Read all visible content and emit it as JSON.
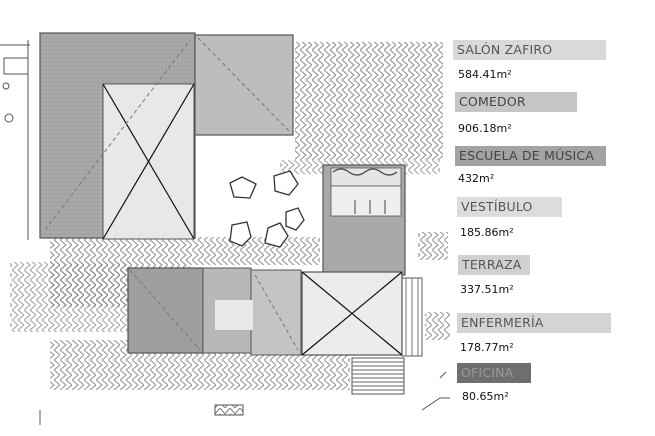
{
  "legend": [
    {
      "label": "SALÓN ZAFIRO",
      "area": "584.41m²",
      "bg": "#d9d9d9",
      "fg": "#555555"
    },
    {
      "label": "COMEDOR",
      "area": "906.18m²",
      "bg": "#c6c6c6",
      "fg": "#444444"
    },
    {
      "label": "ESCUELA DE MÚSICA",
      "area": "432m²",
      "bg": "#a3a3a3",
      "fg": "#444444"
    },
    {
      "label": "VESTÍBULO",
      "area": "185.86m²",
      "bg": "#dcdcdc",
      "fg": "#555555"
    },
    {
      "label": "TERRAZA",
      "area": "337.51m²",
      "bg": "#d0d0d0",
      "fg": "#555555"
    },
    {
      "label": "ENFERMERÍA",
      "area": "178.77m²",
      "bg": "#d4d4d4",
      "fg": "#555555"
    },
    {
      "label": "OFICINA",
      "area": "80.65m²",
      "bg": "#6e6e6e",
      "fg": "#9a9a9a"
    }
  ],
  "colors": {
    "line": "#444444",
    "hatch": "#8a8a8a",
    "block_dark": "#9c9c9c",
    "block_mid": "#b5b5b5",
    "block_light": "#dedede"
  }
}
